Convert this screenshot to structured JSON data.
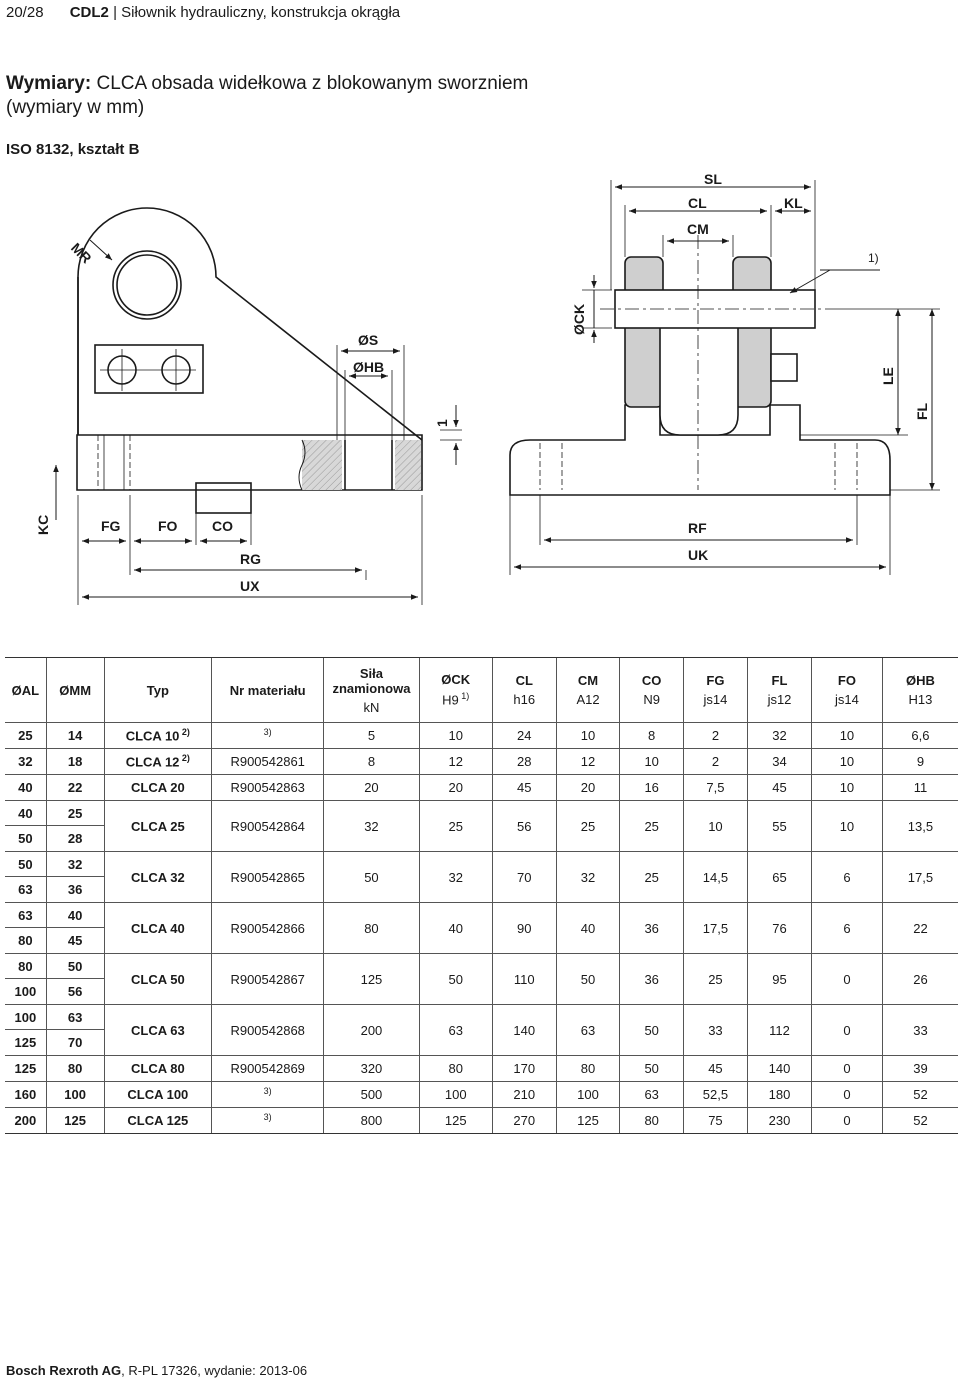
{
  "header": {
    "page": "20/28",
    "code": "CDL2",
    "title": "Siłownik hydrauliczny, konstrukcja okrągła"
  },
  "section": {
    "label": "Wymiary:",
    "text": "CLCA obsada widełkowa z blokowanym sworzniem",
    "unit_note": "(wymiary w mm)"
  },
  "standard": "ISO 8132, kształt B",
  "drawing_labels": {
    "mr": "MR",
    "os": "ØS",
    "ohb": "ØHB",
    "one": "1",
    "kc": "KC",
    "fg": "FG",
    "fo": "FO",
    "co": "CO",
    "rg": "RG",
    "ux": "UX",
    "sl": "SL",
    "cl": "CL",
    "kl": "KL",
    "cm": "CM",
    "note1": "1)",
    "ock": "ØCK",
    "le": "LE",
    "fl": "FL",
    "rf": "RF",
    "uk": "UK"
  },
  "table": {
    "headers": [
      {
        "t": "ØAL",
        "s": ""
      },
      {
        "t": "ØMM",
        "s": ""
      },
      {
        "t": "Typ",
        "s": ""
      },
      {
        "t": "Nr materiału",
        "s": ""
      },
      {
        "t": "Siła znamionowa",
        "s": "kN"
      },
      {
        "t": "ØCK",
        "s": "H9",
        "sup": "1)"
      },
      {
        "t": "CL",
        "s": "h16"
      },
      {
        "t": "CM",
        "s": "A12"
      },
      {
        "t": "CO",
        "s": "N9"
      },
      {
        "t": "FG",
        "s": "js14"
      },
      {
        "t": "FL",
        "s": "js12"
      },
      {
        "t": "FO",
        "s": "js14"
      },
      {
        "t": "ØHB",
        "s": "H13"
      }
    ],
    "rows": [
      {
        "al": [
          "25"
        ],
        "mm": [
          "14"
        ],
        "typ": "CLCA 10",
        "typ_sup": "2)",
        "nr": "",
        "nr_sup": "3)",
        "v": [
          "5",
          "10",
          "24",
          "10",
          "8",
          "2",
          "32",
          "10",
          "6,6"
        ]
      },
      {
        "al": [
          "32"
        ],
        "mm": [
          "18"
        ],
        "typ": "CLCA 12",
        "typ_sup": "2)",
        "nr": "R900542861",
        "nr_sup": "",
        "v": [
          "8",
          "12",
          "28",
          "12",
          "10",
          "2",
          "34",
          "10",
          "9"
        ]
      },
      {
        "al": [
          "40"
        ],
        "mm": [
          "22"
        ],
        "typ": "CLCA 20",
        "typ_sup": "",
        "nr": "R900542863",
        "nr_sup": "",
        "v": [
          "20",
          "20",
          "45",
          "20",
          "16",
          "7,5",
          "45",
          "10",
          "11"
        ]
      },
      {
        "al": [
          "40",
          "50"
        ],
        "mm": [
          "25",
          "28"
        ],
        "typ": "CLCA 25",
        "typ_sup": "",
        "nr": "R900542864",
        "nr_sup": "",
        "v": [
          "32",
          "25",
          "56",
          "25",
          "25",
          "10",
          "55",
          "10",
          "13,5"
        ]
      },
      {
        "al": [
          "50",
          "63"
        ],
        "mm": [
          "32",
          "36"
        ],
        "typ": "CLCA 32",
        "typ_sup": "",
        "nr": "R900542865",
        "nr_sup": "",
        "v": [
          "50",
          "32",
          "70",
          "32",
          "25",
          "14,5",
          "65",
          "6",
          "17,5"
        ]
      },
      {
        "al": [
          "63",
          "80"
        ],
        "mm": [
          "40",
          "45"
        ],
        "typ": "CLCA 40",
        "typ_sup": "",
        "nr": "R900542866",
        "nr_sup": "",
        "v": [
          "80",
          "40",
          "90",
          "40",
          "36",
          "17,5",
          "76",
          "6",
          "22"
        ]
      },
      {
        "al": [
          "80",
          "100"
        ],
        "mm": [
          "50",
          "56"
        ],
        "typ": "CLCA 50",
        "typ_sup": "",
        "nr": "R900542867",
        "nr_sup": "",
        "v": [
          "125",
          "50",
          "110",
          "50",
          "36",
          "25",
          "95",
          "0",
          "26"
        ]
      },
      {
        "al": [
          "100",
          "125"
        ],
        "mm": [
          "63",
          "70"
        ],
        "typ": "CLCA 63",
        "typ_sup": "",
        "nr": "R900542868",
        "nr_sup": "",
        "v": [
          "200",
          "63",
          "140",
          "63",
          "50",
          "33",
          "112",
          "0",
          "33"
        ]
      },
      {
        "al": [
          "125"
        ],
        "mm": [
          "80"
        ],
        "typ": "CLCA 80",
        "typ_sup": "",
        "nr": "R900542869",
        "nr_sup": "",
        "v": [
          "320",
          "80",
          "170",
          "80",
          "50",
          "45",
          "140",
          "0",
          "39"
        ]
      },
      {
        "al": [
          "160"
        ],
        "mm": [
          "100"
        ],
        "typ": "CLCA 100",
        "typ_sup": "",
        "nr": "",
        "nr_sup": "3)",
        "v": [
          "500",
          "100",
          "210",
          "100",
          "63",
          "52,5",
          "180",
          "0",
          "52"
        ]
      },
      {
        "al": [
          "200"
        ],
        "mm": [
          "125"
        ],
        "typ": "CLCA 125",
        "typ_sup": "",
        "nr": "",
        "nr_sup": "3)",
        "v": [
          "800",
          "125",
          "270",
          "125",
          "80",
          "75",
          "230",
          "0",
          "52"
        ]
      }
    ]
  },
  "footer": {
    "company": "Bosch Rexroth AG",
    "ref": ", R-PL 17326, wydanie: 2013-06"
  }
}
